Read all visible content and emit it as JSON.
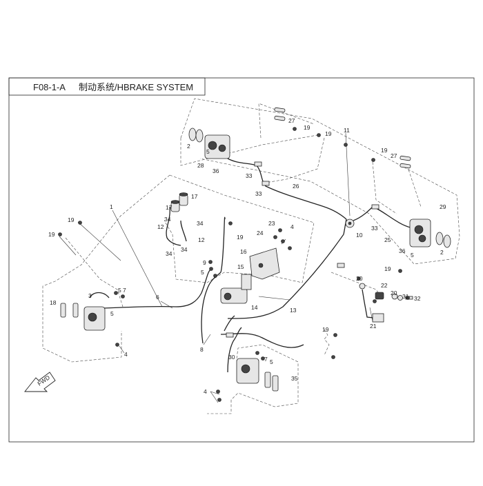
{
  "header": {
    "code": "F08-1-A",
    "title": "制动系统/HBRAKE SYSTEM"
  },
  "badge": {
    "fwd": "FWD"
  },
  "callouts": [
    {
      "label": "1"
    },
    {
      "label": "2"
    },
    {
      "label": "2"
    },
    {
      "label": "3"
    },
    {
      "label": "4"
    },
    {
      "label": "4"
    },
    {
      "label": "4"
    },
    {
      "label": "5"
    },
    {
      "label": "5"
    },
    {
      "label": "5"
    },
    {
      "label": "5"
    },
    {
      "label": "5"
    },
    {
      "label": "5"
    },
    {
      "label": "6"
    },
    {
      "label": "7"
    },
    {
      "label": "7"
    },
    {
      "label": "8"
    },
    {
      "label": "9"
    },
    {
      "label": "10"
    },
    {
      "label": "11"
    },
    {
      "label": "12"
    },
    {
      "label": "12"
    },
    {
      "label": "13"
    },
    {
      "label": "14"
    },
    {
      "label": "15"
    },
    {
      "label": "16"
    },
    {
      "label": "17"
    },
    {
      "label": "17"
    },
    {
      "label": "18"
    },
    {
      "label": "19"
    },
    {
      "label": "19"
    },
    {
      "label": "19"
    },
    {
      "label": "19"
    },
    {
      "label": "19"
    },
    {
      "label": "19"
    },
    {
      "label": "19"
    },
    {
      "label": "19"
    },
    {
      "label": "20"
    },
    {
      "label": "20"
    },
    {
      "label": "21"
    },
    {
      "label": "22"
    },
    {
      "label": "23"
    },
    {
      "label": "24"
    },
    {
      "label": "25"
    },
    {
      "label": "26"
    },
    {
      "label": "27"
    },
    {
      "label": "27"
    },
    {
      "label": "28"
    },
    {
      "label": "29"
    },
    {
      "label": "30"
    },
    {
      "label": "31"
    },
    {
      "label": "32"
    },
    {
      "label": "33"
    },
    {
      "label": "33"
    },
    {
      "label": "33"
    },
    {
      "label": "34"
    },
    {
      "label": "34"
    },
    {
      "label": "34"
    },
    {
      "label": "34"
    },
    {
      "label": "35"
    },
    {
      "label": "36"
    },
    {
      "label": "36"
    }
  ]
}
